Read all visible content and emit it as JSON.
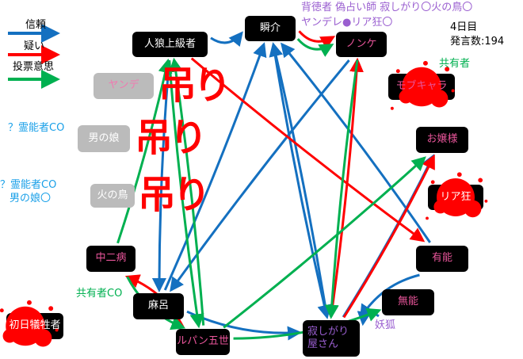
{
  "legend": [
    {
      "label": "信頼",
      "color": "#1470c0",
      "meaning": "trust"
    },
    {
      "label": "疑い",
      "color": "#ff0000",
      "meaning": "doubt"
    },
    {
      "label": "投票意思",
      "color": "#00b050",
      "meaning": "vote"
    }
  ],
  "status": {
    "day": "4日目",
    "posts": "発言数:194"
  },
  "roles_note": {
    "line1": "背徳者 偽占い師 寂しがり〇火の鳥〇",
    "line2": "ヤンデレ●リア狂〇"
  },
  "hang_label": "吊り",
  "nodes": {
    "jinro": {
      "label": "人狼上級者",
      "color": "#ffffff"
    },
    "shunsuke": {
      "label": "瞬介",
      "color": "#ffffff"
    },
    "nonke": {
      "label": "ノンケ",
      "color": "#e8559a"
    },
    "mob": {
      "label": "モブキャラ",
      "color": "#e8559a",
      "dead": true
    },
    "ojou": {
      "label": "お嬢様",
      "color": "#e8559a"
    },
    "riakyo": {
      "label": "リア狂",
      "color": "#ffffff",
      "dead": true
    },
    "yuno": {
      "label": "有能",
      "color": "#e8559a"
    },
    "muno": {
      "label": "無能",
      "color": "#e8559a"
    },
    "sabishi": {
      "label": "寂しがり屋さん",
      "color": "#9a5fd0"
    },
    "lupin": {
      "label": "ルパン五世",
      "color": "#e8559a"
    },
    "maro": {
      "label": "麻呂",
      "color": "#ffffff"
    },
    "chuni": {
      "label": "中二病",
      "color": "#e8559a"
    },
    "shonichi": {
      "label": "初日犠牲者",
      "color": "#ffffff",
      "dead": true
    },
    "yande": {
      "label": "ヤンデ",
      "color": "#f07ab0",
      "hanged": true
    },
    "otokonoko": {
      "label": "男の娘",
      "color": "#ffffff",
      "hanged": true
    },
    "hinotori": {
      "label": "火の鳥",
      "color": "#ffffff",
      "hanged": true
    }
  },
  "annotations": {
    "mob_co": "共有者",
    "otokonoko_co": "？霊能者CO",
    "hinotori_co1": "？霊能者CO",
    "hinotori_co2": "男の娘〇",
    "maro_co": "共有者CO",
    "sabishi_role": "妖狐"
  },
  "colors": {
    "trust": "#1470c0",
    "doubt": "#ff0000",
    "vote": "#00b050",
    "annot_blue": "#1aa0e8",
    "annot_green": "#00b050",
    "annot_purple": "#9a5fd0"
  },
  "edges": [
    {
      "from": "jinro",
      "to": "shunsuke",
      "type": "trust"
    },
    {
      "from": "jinro",
      "to": "maro",
      "type": "trust"
    },
    {
      "from": "maro",
      "to": "shunsuke",
      "type": "trust"
    },
    {
      "from": "nonke",
      "to": "maro",
      "type": "trust"
    },
    {
      "from": "yuno",
      "to": "shunsuke",
      "type": "trust"
    },
    {
      "from": "sabishi",
      "to": "shunsuke",
      "type": "trust"
    },
    {
      "from": "shunsuke",
      "to": "sabishi",
      "type": "trust"
    },
    {
      "from": "maro",
      "to": "sabishi",
      "type": "trust"
    },
    {
      "from": "yuno",
      "to": "sabishi",
      "type": "trust"
    },
    {
      "from": "muno",
      "to": "sabishi",
      "type": "trust"
    },
    {
      "from": "sabishi",
      "to": "ojou",
      "type": "trust"
    },
    {
      "from": "shunsuke",
      "to": "nonke",
      "type": "doubt"
    },
    {
      "from": "jinro",
      "to": "yuno",
      "type": "doubt"
    },
    {
      "from": "sabishi",
      "to": "nonke",
      "type": "doubt"
    },
    {
      "from": "sabishi",
      "to": "ojou",
      "type": "doubt"
    },
    {
      "from": "lupin",
      "to": "chuni",
      "type": "doubt"
    },
    {
      "from": "shunsuke",
      "to": "nonke",
      "type": "vote"
    },
    {
      "from": "chuni",
      "to": "jinro",
      "type": "vote"
    },
    {
      "from": "lupin",
      "to": "jinro",
      "type": "vote"
    },
    {
      "from": "jinro",
      "to": "lupin",
      "type": "vote"
    },
    {
      "from": "lupin",
      "to": "ojou",
      "type": "vote"
    },
    {
      "from": "chuni",
      "to": "lupin",
      "type": "vote"
    },
    {
      "from": "lupin",
      "to": "muno",
      "type": "vote"
    },
    {
      "from": "nonke",
      "to": "sabishi",
      "type": "vote"
    }
  ]
}
